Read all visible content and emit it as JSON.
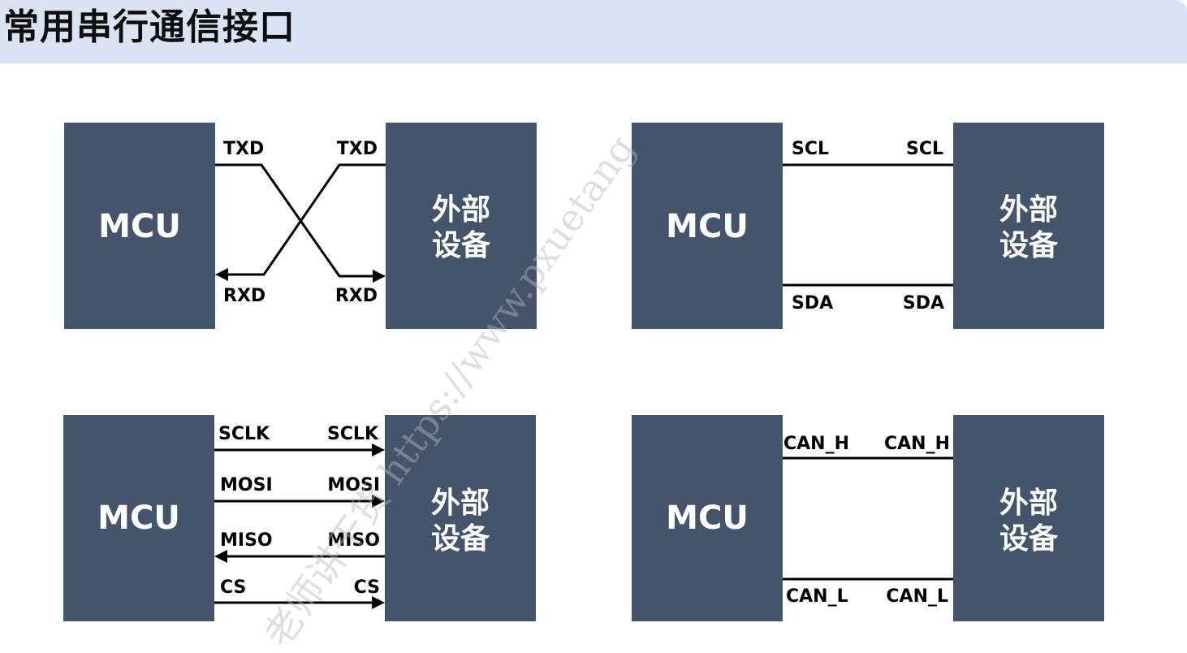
{
  "page": {
    "title": "常用串行通信接口",
    "watermark": "老师讲干货 https://www.pxuetang"
  },
  "uart": {
    "mcu_label": "MCU",
    "device_label_line1": "外部",
    "device_label_line2": "设备",
    "mcu_tx": "TXD",
    "dev_tx": "TXD",
    "mcu_rx": "RXD",
    "dev_rx": "RXD"
  },
  "i2c": {
    "mcu_label": "MCU",
    "device_label_line1": "外部",
    "device_label_line2": "设备",
    "mcu_scl": "SCL",
    "dev_scl": "SCL",
    "mcu_sda": "SDA",
    "dev_sda": "SDA"
  },
  "spi": {
    "mcu_label": "MCU",
    "device_label_line1": "外部",
    "device_label_line2": "设备",
    "mcu_sclk": "SCLK",
    "dev_sclk": "SCLK",
    "mcu_mosi": "MOSI",
    "dev_mosi": "MOSI",
    "mcu_miso": "MISO",
    "dev_miso": "MISO",
    "mcu_cs": "CS",
    "dev_cs": "CS"
  },
  "can": {
    "mcu_label": "MCU",
    "device_label_line1": "外部",
    "device_label_line2": "设备",
    "mcu_canh": "CAN_H",
    "dev_canh": "CAN_H",
    "mcu_canl": "CAN_L",
    "dev_canl": "CAN_L"
  },
  "colors": {
    "title_bar": "#dae3f3",
    "box": "#44546a",
    "box_text": "#ffffff",
    "wire": "#000000"
  }
}
